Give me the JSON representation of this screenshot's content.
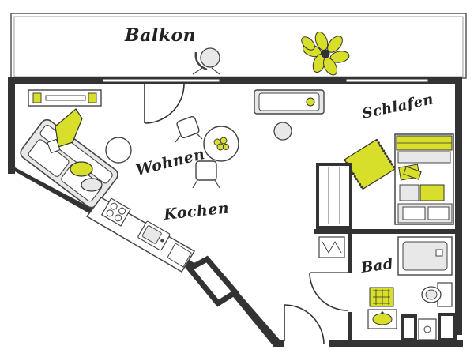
{
  "floorplan": {
    "rooms": {
      "balcony": "Balkon",
      "living": "Wohnen",
      "kitchen": "Kochen",
      "sleeping": "Schlafen",
      "bath": "Bad"
    }
  },
  "colors": {
    "wall": "#333333",
    "accent": "#d8df2a",
    "furniture_fill": "#e8e8e8",
    "line": "#444444",
    "background": "#ffffff"
  }
}
